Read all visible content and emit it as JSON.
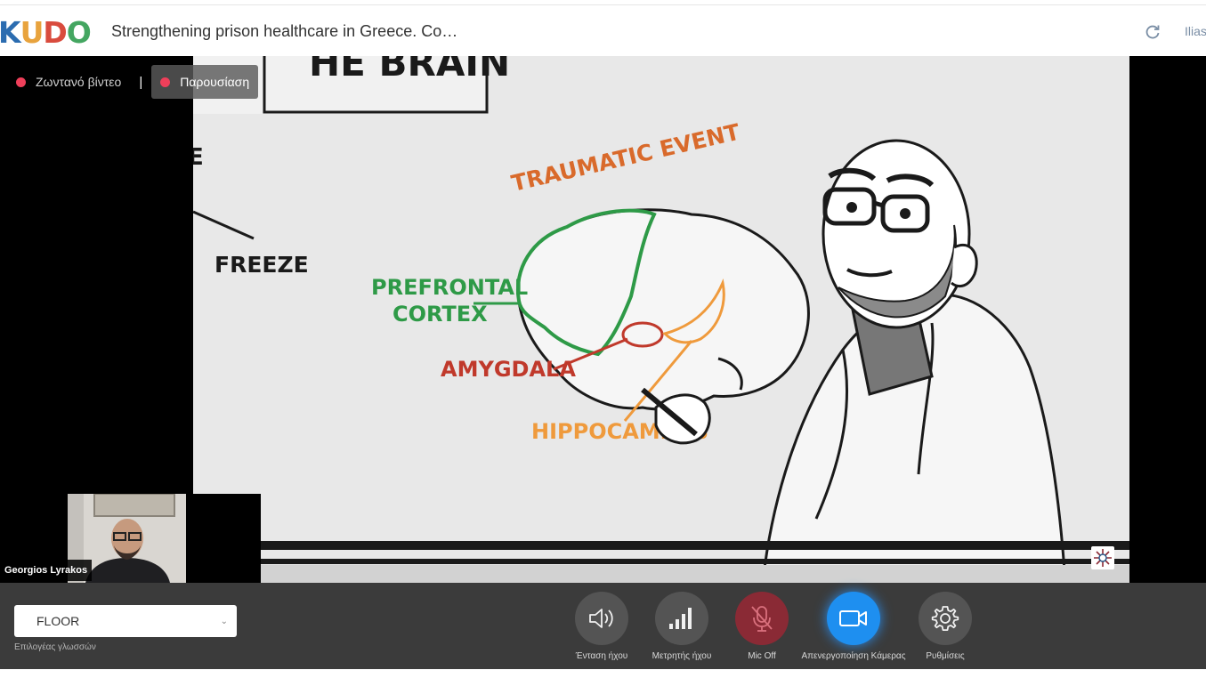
{
  "header": {
    "logo_letters": [
      "K",
      "U",
      "D",
      "O"
    ],
    "logo_colors": [
      "#2b6cb0",
      "#e8a33d",
      "#d94b3d",
      "#44a661"
    ],
    "title": "Strengthening prison healthcare in Greece. Co…",
    "user_name": "Ilias",
    "reload_icon": "reload-icon"
  },
  "stage": {
    "source_toggle": {
      "live_label": "Ζωντανό βίντεο",
      "separator": "|",
      "presentation_label": "Παρουσίαση",
      "active": "presentation",
      "dot_color": "#ef3f5a"
    },
    "speaker": {
      "name": "Georgios Lyrakos"
    },
    "slide": {
      "text_top": "HE BRAIN",
      "text_partial": "E",
      "freeze": "FREEZE",
      "traumatic_event": "TRAUMATIC EVENT",
      "prefrontal": "PREFRONTAL",
      "cortex": "CORTEX",
      "amygdala": "AMYGDALA",
      "hippocampus": "HIPPOCAMPUS",
      "colors": {
        "traumatic": "#d96a2b",
        "prefrontal": "#2e9a47",
        "amygdala": "#c0392b",
        "hippocampus": "#ef9a3c"
      }
    }
  },
  "controls": {
    "language_select": {
      "value": "FLOOR",
      "caption": "Επιλογέας γλωσσών"
    },
    "buttons": [
      {
        "id": "volume",
        "label": "Ένταση ήχου",
        "icon": "speaker-icon"
      },
      {
        "id": "meter",
        "label": "Μετρητής ήχου",
        "icon": "signal-bars-icon"
      },
      {
        "id": "mic",
        "label": "Mic Off",
        "icon": "mic-off-icon",
        "color": "#8a2a35"
      },
      {
        "id": "camera",
        "label": "Απενεργοποίηση Κάμερας",
        "icon": "video-camera-icon",
        "color": "#1e8ff0"
      },
      {
        "id": "settings",
        "label": "Ρυθμίσεις",
        "icon": "gear-icon"
      }
    ]
  }
}
